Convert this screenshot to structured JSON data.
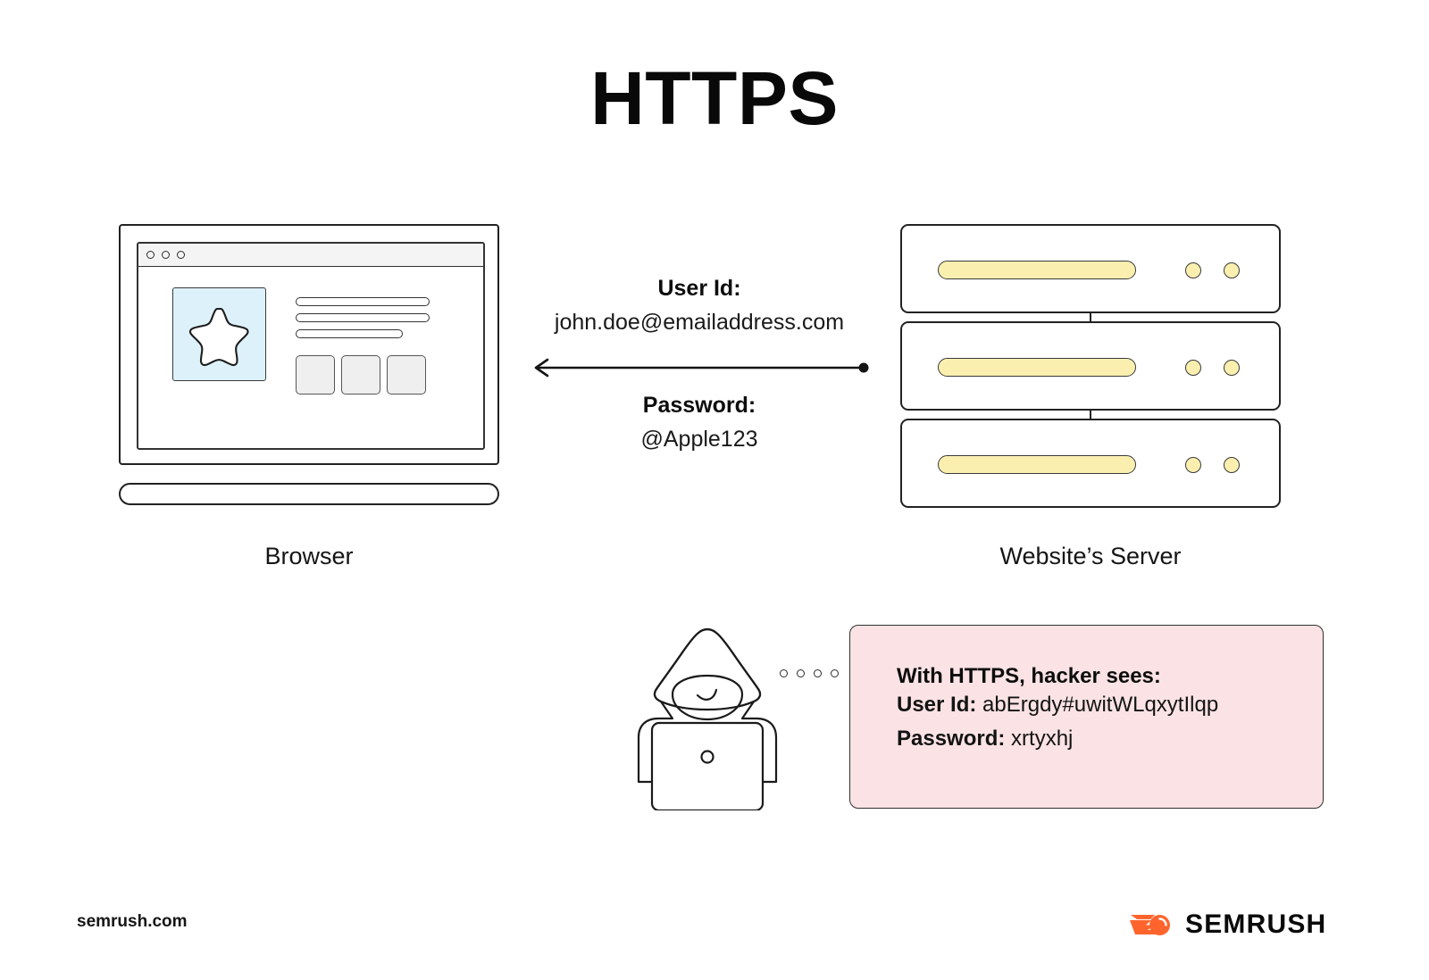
{
  "title": "HTTPS",
  "nodes": {
    "browser_label": "Browser",
    "server_label": "Website’s Server"
  },
  "transfer": {
    "user_id_label": "User Id:",
    "user_id_value": "john.doe@emailaddress.com",
    "password_label": "Password:",
    "password_value": "@Apple123",
    "arrow_direction": "right-to-left"
  },
  "hacker_callout": {
    "title": "With HTTPS, hacker sees:",
    "user_id_label": "User Id:",
    "user_id_value": "abErgdy#uwitWLqxytIlqp",
    "password_label": "Password:",
    "password_value": "xrtyxhj",
    "background_color": "#fbe3e5"
  },
  "colors": {
    "server_yellow": "#fbefb0",
    "browser_blue": "#ddf1fb",
    "callout_pink": "#fbe3e5",
    "brand_orange": "#ff642d",
    "stroke": "#222222"
  },
  "footer": {
    "url": "semrush.com",
    "brand": "SEMRUSH"
  }
}
